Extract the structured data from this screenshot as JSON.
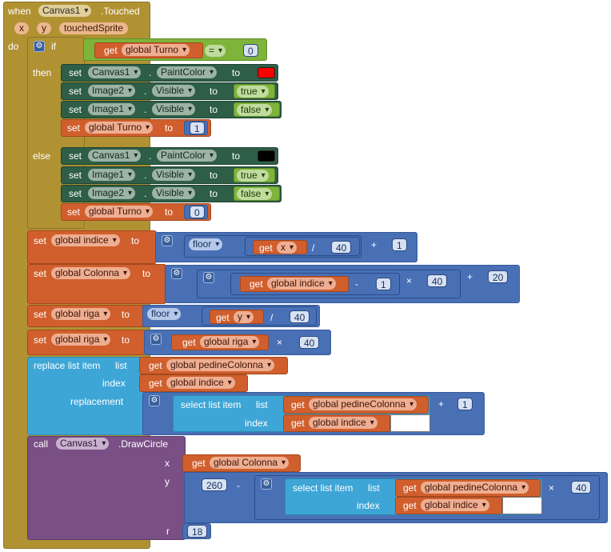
{
  "event": {
    "when": "when",
    "component": "Canvas1",
    "event_name": ".Touched",
    "params": [
      "x",
      "y",
      "touchedSprite"
    ],
    "do": "do"
  },
  "if_block": {
    "if": "if",
    "then": "then",
    "else": "else",
    "cond": {
      "get": "get",
      "var": "global Turno",
      "op": "=",
      "value": "0"
    },
    "then_items": {
      "s1": {
        "set": "set",
        "comp": "Canvas1",
        "prop": "PaintColor",
        "to": "to",
        "color": "#ff0000"
      },
      "s2": {
        "set": "set",
        "comp": "Image2",
        "prop": "Visible",
        "to": "to",
        "value": "true"
      },
      "s3": {
        "set": "set",
        "comp": "Image1",
        "prop": "Visible",
        "to": "to",
        "value": "false"
      },
      "s4": {
        "set": "set",
        "var": "global Turno",
        "to": "to",
        "value": "1"
      }
    },
    "else_items": {
      "s1": {
        "set": "set",
        "comp": "Canvas1",
        "prop": "PaintColor",
        "to": "to",
        "color": "#000000"
      },
      "s2": {
        "set": "set",
        "comp": "Image1",
        "prop": "Visible",
        "to": "to",
        "value": "true"
      },
      "s3": {
        "set": "set",
        "comp": "Image2",
        "prop": "Visible",
        "to": "to",
        "value": "false"
      },
      "s4": {
        "set": "set",
        "var": "global Turno",
        "to": "to",
        "value": "0"
      }
    }
  },
  "set_indice": {
    "set": "set",
    "var": "global indice",
    "to": "to",
    "floor": "floor",
    "get": "get",
    "arg": "x",
    "div": "/",
    "div_val": "40",
    "plus": "+",
    "plus_val": "1"
  },
  "set_colonna": {
    "set": "set",
    "var": "global Colonna",
    "to": "to",
    "get": "get",
    "arg": "global indice",
    "minus": "-",
    "minus_val": "1",
    "times": "×",
    "times_val": "40",
    "plus": "+",
    "plus_val": "20"
  },
  "set_riga1": {
    "set": "set",
    "var": "global riga",
    "to": "to",
    "floor": "floor",
    "get": "get",
    "arg": "y",
    "div": "/",
    "div_val": "40"
  },
  "set_riga2": {
    "set": "set",
    "var": "global riga",
    "to": "to",
    "get": "get",
    "arg": "global riga",
    "times": "×",
    "times_val": "40"
  },
  "replace": {
    "title": "replace list item",
    "list": "list",
    "index": "index",
    "replacement": "replacement",
    "get": "get",
    "list_var": "global pedineColonna",
    "index_var": "global indice",
    "select": "select list item",
    "sel_list": "list",
    "sel_index": "index",
    "sel_list_var": "global pedineColonna",
    "sel_index_var": "global indice",
    "plus": "+",
    "plus_val": "1"
  },
  "draw": {
    "call": "call",
    "comp": "Canvas1",
    "method": ".DrawCircle",
    "x": "x",
    "y": "y",
    "r": "r",
    "get": "get",
    "x_var": "global Colonna",
    "y_num": "260",
    "minus": "-",
    "select": "select list item",
    "sel_list": "list",
    "sel_index": "index",
    "sel_list_var": "global pedineColonna",
    "sel_index_var": "global indice",
    "times": "×",
    "times_val": "40",
    "r_val": "18"
  },
  "icons": {
    "mutator": "gear-icon",
    "dropdown": "chevron-down-icon"
  },
  "colors": {
    "event": "#b09233",
    "component": "#2e5e46",
    "variable": "#d05f2d",
    "math": "#4970b5",
    "list": "#3ea6d6",
    "logic": "#7eb43a",
    "procedure": "#7a4f86"
  }
}
